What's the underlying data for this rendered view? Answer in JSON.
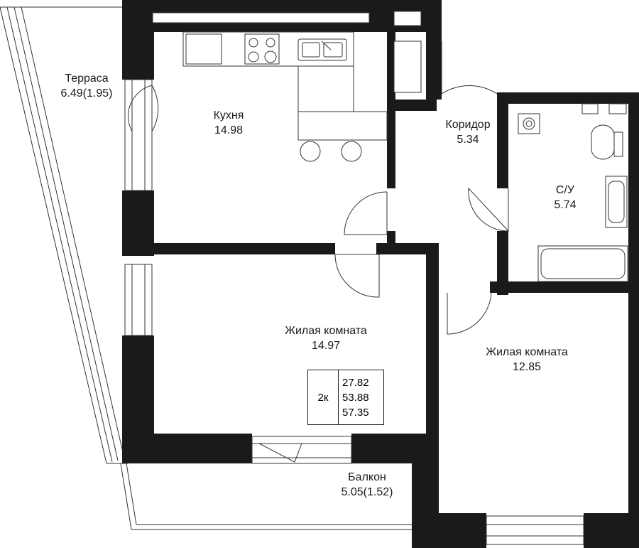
{
  "rooms": {
    "terrace": {
      "name": "Терраса",
      "area": "6.49(1.95)"
    },
    "kitchen": {
      "name": "Кухня",
      "area": "14.98"
    },
    "corridor": {
      "name": "Коридор",
      "area": "5.34"
    },
    "bathroom": {
      "name": "С/У",
      "area": "5.74"
    },
    "living1": {
      "name": "Жилая комната",
      "area": "14.97"
    },
    "living2": {
      "name": "Жилая комната",
      "area": "12.85"
    },
    "balcony": {
      "name": "Балкон",
      "area": "5.05(1.52)"
    }
  },
  "summary": {
    "type": "2к",
    "living_area": "27.82",
    "total_area": "53.88",
    "total_with_outdoor": "57.35"
  },
  "colors": {
    "wall": "#1a1a1a",
    "line": "#333333",
    "background": "#ffffff"
  }
}
